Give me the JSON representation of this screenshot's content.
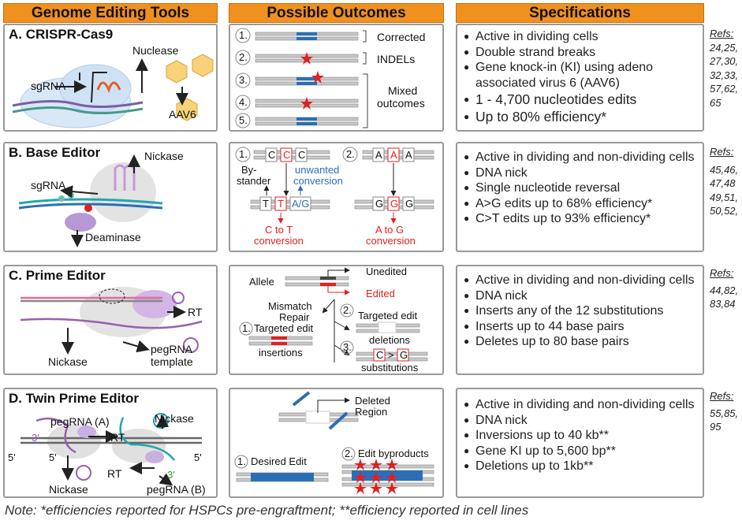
{
  "headers": {
    "tools": "Genome Editing Tools",
    "outcomes": "Possible Outcomes",
    "specs": "Specifications"
  },
  "colors": {
    "header_orange": "#f0901e",
    "crispr_red": "#e02020",
    "strand_blue": "#2a6fb5",
    "rna_purple": "#9a5fb0",
    "deaminase_purple": "#8e6cb4",
    "teal": "#1fa7b0"
  },
  "rows": [
    {
      "title": "A. CRISPR-Cas9",
      "tool_labels": {
        "sgrna": "sgRNA",
        "nuclease": "Nuclease",
        "aav": "AAV6"
      },
      "outcome_numbers": [
        "1.",
        "2.",
        "3.",
        "4.",
        "5."
      ],
      "outcome_groups": [
        "Corrected",
        "INDELs",
        "Mixed",
        "outcomes"
      ],
      "specs": [
        "Active in dividing cells",
        "Double strand breaks",
        "Gene knock-in (KI) using adeno associated virus 6 (AAV6)",
        "1 - 4,700 nucleotides edits",
        "Up to 80% efficiency*"
      ],
      "refs": {
        "label": "Refs:",
        "lines": [
          "24,25,",
          "27,30,",
          "32,33,",
          "57,62,",
          "65"
        ]
      }
    },
    {
      "title": "B. Base Editor",
      "tool_labels": {
        "nickase": "Nickase",
        "sgrna": "sgRNA",
        "deaminase": "Deaminase"
      },
      "outcome": {
        "n1": "1.",
        "n2": "2.",
        "seq1_top": [
          "C",
          "C",
          "C"
        ],
        "seq1_bottom": [
          "T",
          "T",
          "A/G"
        ],
        "bystander": [
          "By-",
          "stander"
        ],
        "unwanted": [
          "unwanted",
          "conversion"
        ],
        "ct": [
          "C to T",
          "conversion"
        ],
        "seq2_top": [
          "A",
          "A",
          "A"
        ],
        "seq2_bottom": [
          "G",
          "G",
          "G"
        ],
        "ag": [
          "A to G",
          "conversion"
        ]
      },
      "specs": [
        "Active in dividing and non-dividing cells",
        "DNA nick",
        "Single nucleotide reversal",
        "A>G edits up to 68% efficiency*",
        "C>T edits up to 93% efficiency*"
      ],
      "refs": {
        "label": "Refs:",
        "lines": [
          "45,46,",
          "47,48",
          "49,51,",
          "50,52,"
        ]
      }
    },
    {
      "title": "C. Prime Editor",
      "tool_labels": {
        "rt": "RT",
        "pegrna": "pegRNA",
        "template": "template",
        "nickase": "Nickase"
      },
      "outcome": {
        "allele": "Allele",
        "unedited": "Unedited",
        "edited": "Edited",
        "mismatch": [
          "Mismatch",
          "Repair"
        ],
        "n1": "1.",
        "n2": "2.",
        "n3": "3.",
        "ins": [
          "Targeted edit",
          "insertions"
        ],
        "del": [
          "Targeted edit",
          "deletions"
        ],
        "sub": "substitutions",
        "sub_letters": [
          "C",
          ">",
          "G"
        ]
      },
      "specs": [
        "Active in dividing and non-dividing cells",
        "DNA nick",
        "Inserts any of the 12 substitutions",
        "Inserts up to 44 base pairs",
        "Deletes up to 80 base pairs"
      ],
      "refs": {
        "label": "Refs:",
        "lines": [
          "44,82,",
          "83,84"
        ]
      }
    },
    {
      "title": "D. Twin Prime Editor",
      "tool_labels": {
        "pega": "pegRNA (A)",
        "nick_top": "Nickase",
        "rt1": "RT",
        "rt2": "RT",
        "three1": "3'",
        "three2": "3'",
        "five_a": "5'",
        "five_b": "5'",
        "five_c": "5'",
        "nick_bottom": "Nickase",
        "pegb": "pegRNA (B)"
      },
      "outcome": {
        "deleted": [
          "Deleted",
          "Region"
        ],
        "n1": "1.",
        "desired": "Desired Edit",
        "n2": "2.",
        "byproducts": "Edit byproducts"
      },
      "specs": [
        "Active in dividing and non-dividing cells",
        "DNA nick",
        "Inversions up to 40 kb**",
        "Gene KI up to 5,600 bp**",
        "Deletions up to 1kb**"
      ],
      "refs": {
        "label": "Refs:",
        "lines": [
          "55,85,",
          "95"
        ]
      }
    }
  ],
  "note": "Note: *efficiencies reported for HSPCs pre-engraftment; **efficiency reported in cell lines"
}
